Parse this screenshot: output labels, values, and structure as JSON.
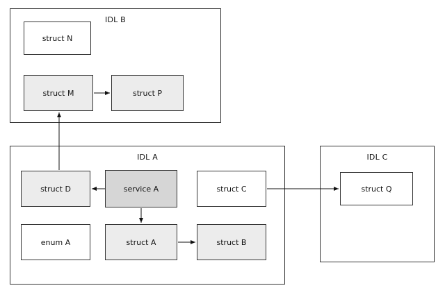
{
  "diagram": {
    "containers": [
      {
        "label": "IDL B"
      },
      {
        "label": "IDL A"
      },
      {
        "label": "IDL C"
      }
    ],
    "nodes": [
      {
        "label": "struct N",
        "container": "IDL B",
        "style": "plain"
      },
      {
        "label": "struct M",
        "container": "IDL B",
        "style": "shaded"
      },
      {
        "label": "struct P",
        "container": "IDL B",
        "style": "shaded"
      },
      {
        "label": "struct D",
        "container": "IDL A",
        "style": "shaded"
      },
      {
        "label": "service A",
        "container": "IDL A",
        "style": "service"
      },
      {
        "label": "struct C",
        "container": "IDL A",
        "style": "plain"
      },
      {
        "label": "enum A",
        "container": "IDL A",
        "style": "plain"
      },
      {
        "label": "struct A",
        "container": "IDL A",
        "style": "shaded"
      },
      {
        "label": "struct B",
        "container": "IDL A",
        "style": "shaded"
      },
      {
        "label": "struct Q",
        "container": "IDL C",
        "style": "plain"
      }
    ],
    "edges": [
      {
        "from": "struct M",
        "to": "struct P"
      },
      {
        "from": "service A",
        "to": "struct D"
      },
      {
        "from": "service A",
        "to": "struct A"
      },
      {
        "from": "struct A",
        "to": "struct B"
      },
      {
        "from": "struct D",
        "to": "struct M"
      },
      {
        "from": "struct C",
        "to": "struct Q"
      }
    ],
    "colors": {
      "background": "#ffffff",
      "border": "#333333",
      "arrow": "#111111",
      "node-plain": "#ffffff",
      "node-shaded": "#ececec",
      "node-service": "#d6d6d6"
    }
  }
}
